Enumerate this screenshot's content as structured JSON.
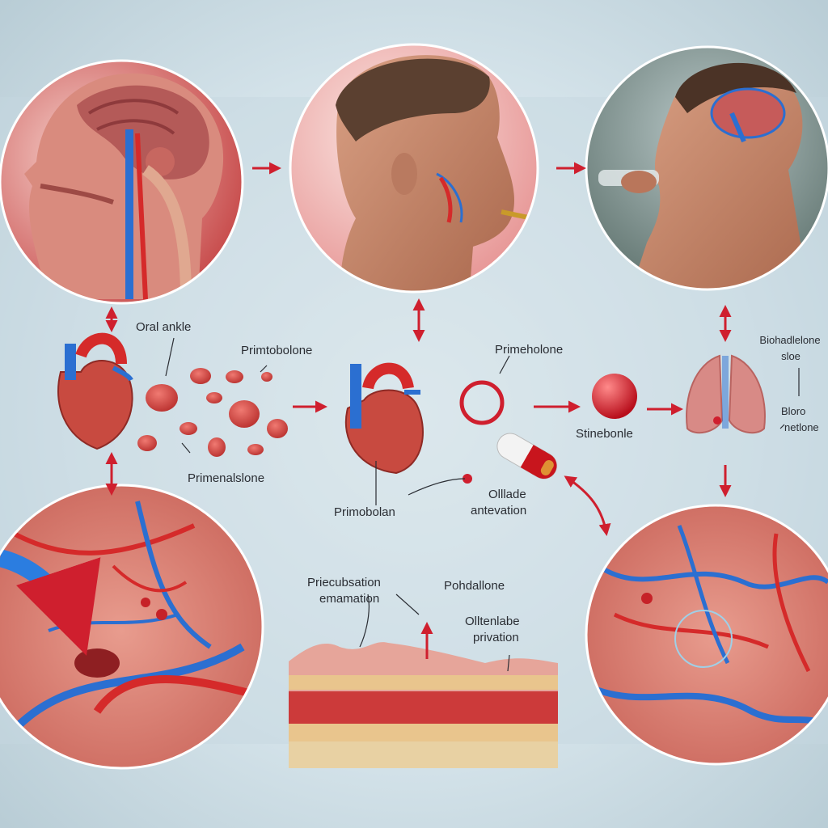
{
  "labels": {
    "oral_ankle": "Oral ankle",
    "primtobolone": "Primtobolone",
    "primenalslone": "Primenalslone",
    "primobolan": "Primobolan",
    "primeholone": "Primeholone",
    "stinebonle": "Stinebonle",
    "olllado": "Olllade",
    "antevation": "antevation",
    "biohadlelone": "Biohadlelone",
    "sloe": "sloe",
    "bloro": "Bloro",
    "netlone": "netlone",
    "priecubsation": "Priecubsation",
    "emamation": "emamation",
    "pohdallone": "Pohdallone",
    "olitenlabe": "Olltenlabe",
    "privation": "privation"
  },
  "colors": {
    "arrow": "#cf1f2e",
    "vein": "#2b6fd1",
    "artery": "#d52a2a",
    "tissue": "#d7776d",
    "background": "#d4e3ea"
  },
  "icons": [
    "head-anatomy-icon",
    "face-profile-icon",
    "drinking-man-icon",
    "heart-icon",
    "red-blood-cell-icon",
    "capsule-icon",
    "lungs-icon",
    "vessel-tissue-icon"
  ]
}
